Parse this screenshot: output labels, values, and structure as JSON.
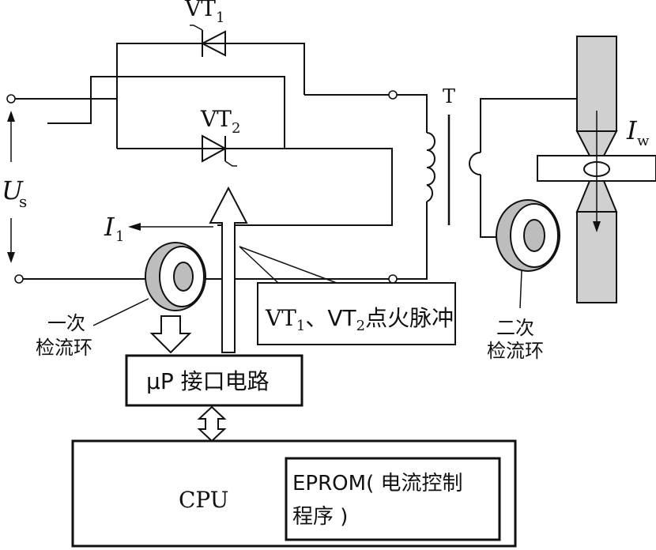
{
  "labels": {
    "vt1": "VT",
    "vt1_sub": "1",
    "vt2": "VT",
    "vt2_sub": "2",
    "transformer": "T",
    "us": "U",
    "us_sub": "s",
    "i1": "I",
    "i1_sub": "1",
    "iw": "I",
    "iw_sub": "w",
    "pulse_a": "VT",
    "pulse_a_sub": "1",
    "pulse_b": "、VT",
    "pulse_b_sub": "2",
    "pulse_c": "点火脉冲",
    "primary_ring_1": "一次",
    "primary_ring_2": "检流环",
    "secondary_ring_1": "二次",
    "secondary_ring_2": "检流环",
    "interface": "μP 接口电路",
    "cpu": "CPU",
    "eprom_1": "EPROM( 电流控制",
    "eprom_2": "程序 )"
  },
  "colors": {
    "line": "#111111",
    "ring_fill": "#bdbdbd",
    "electrode_fill": "#d0d0d0"
  }
}
